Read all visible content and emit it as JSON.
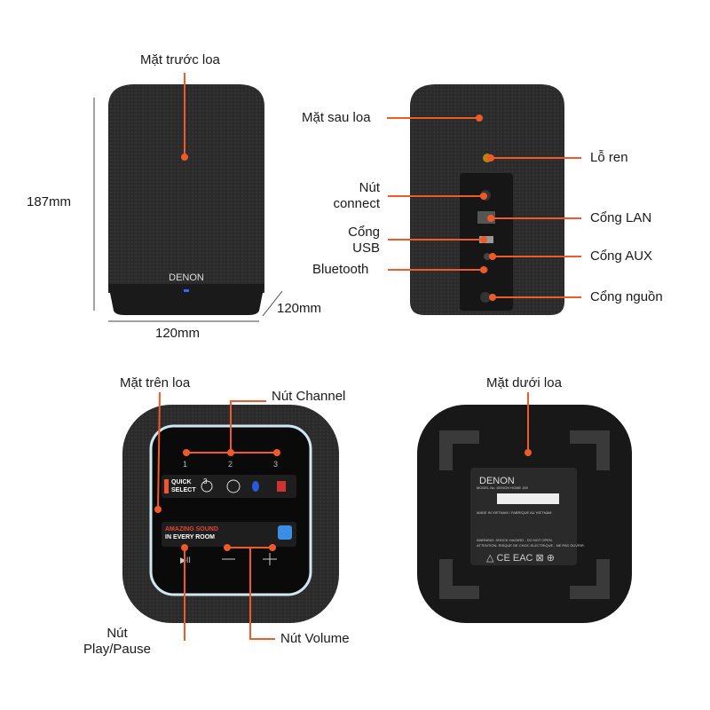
{
  "accent": "#f05a28",
  "front": {
    "label": "Mặt trước loa",
    "brand": "DENON",
    "height": "187mm",
    "width": "120mm",
    "depth": "120mm"
  },
  "back": {
    "label": "Mặt sau loa",
    "thread_hole": "Lỗ ren",
    "connect_button": "Nút connect",
    "lan_port": "Cổng LAN",
    "usb_port": "Cổng USB",
    "aux_port": "Cổng AUX",
    "bluetooth": "Bluetooth",
    "power_port": "Cổng nguồn"
  },
  "top": {
    "label": "Mặt trên loa",
    "channel_button": "Nút Channel",
    "channels": [
      "1",
      "2",
      "3"
    ],
    "quick_select": "QUICK SELECT",
    "quick_number": "3",
    "amazing": "AMAZING SOUND",
    "every_room": "IN EVERY ROOM",
    "play_pause": "Nút Play/Pause",
    "volume": "Nút Volume"
  },
  "bottom": {
    "label": "Mặt dưới loa",
    "brand": "DENON",
    "model": "MODEL No. DENON HOME 150",
    "made_in": "MADE IN VIETNAM / FABRIQUE AU VIETNAM",
    "warning": "WARNING: SHOCK HAZARD - DO NOT OPEN.",
    "attention": "ATTENTION: RISQUE DE CHOC ELECTRIQUE - NE PAS OUVRIR.",
    "marks": [
      "CE",
      "EAC"
    ]
  }
}
